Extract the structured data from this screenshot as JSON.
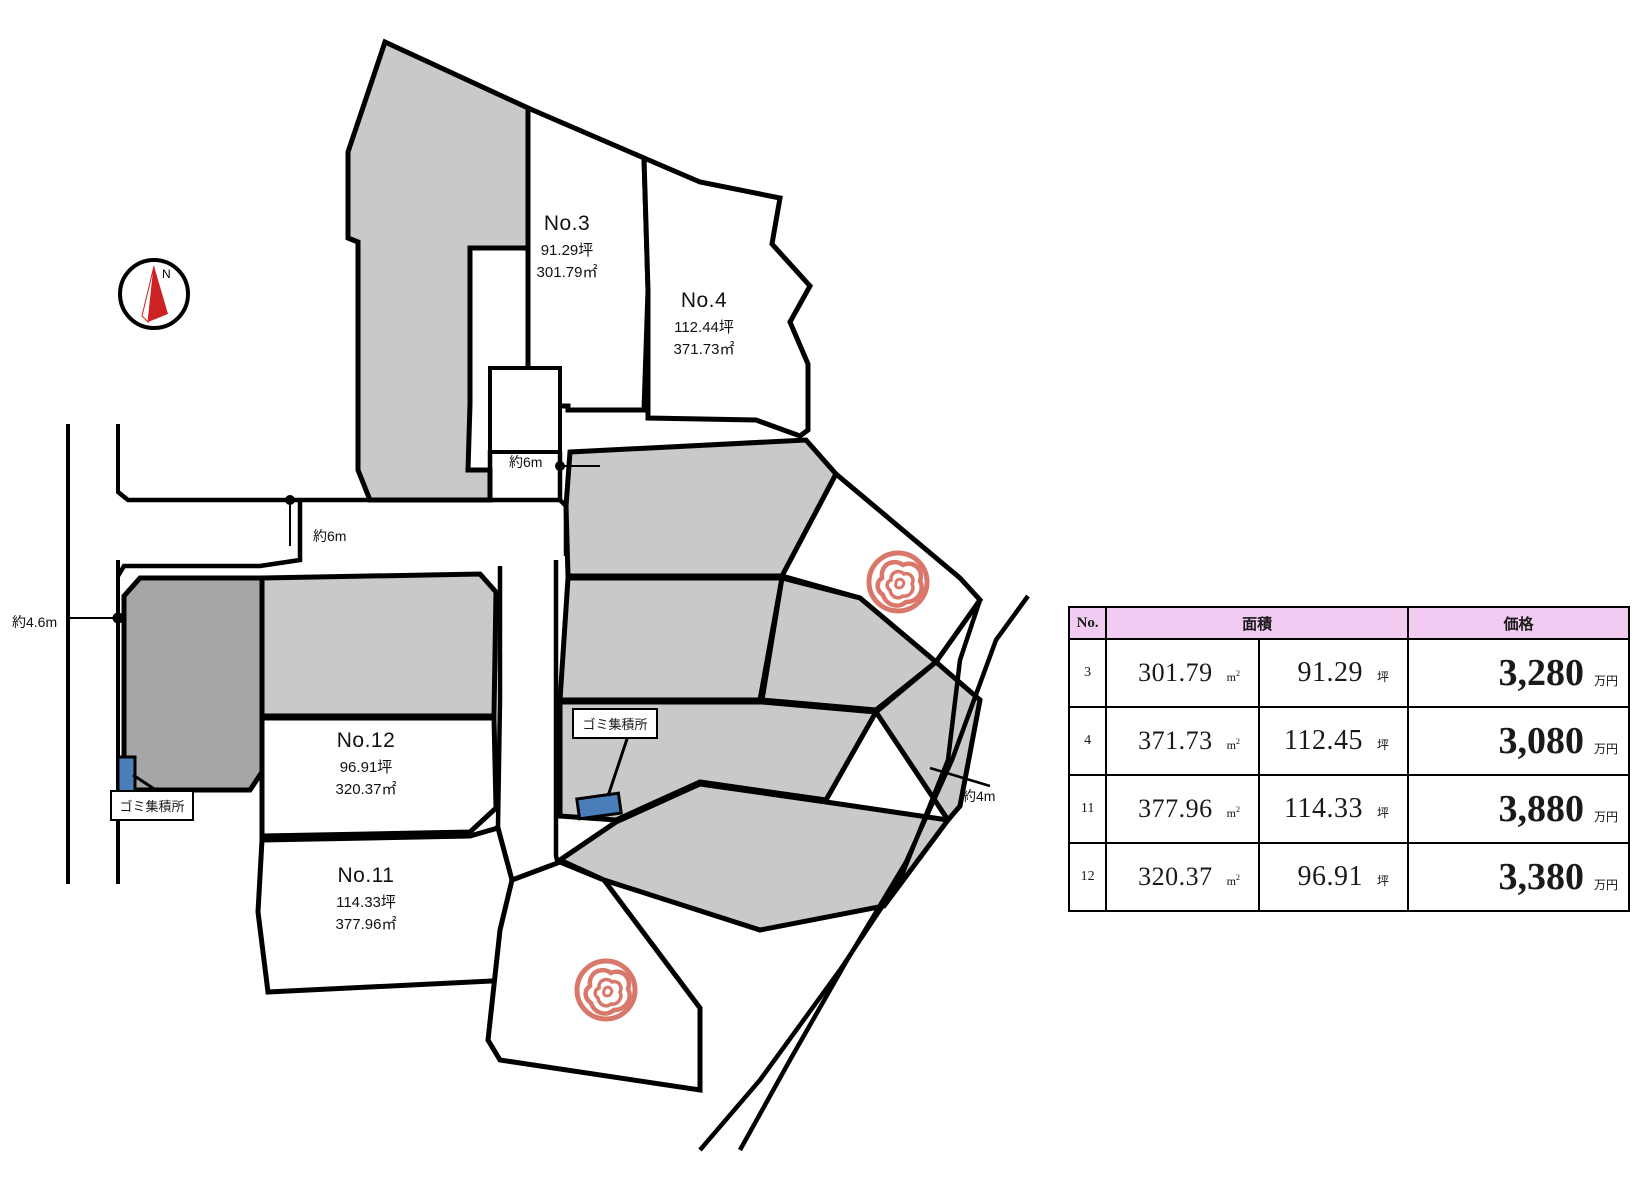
{
  "map": {
    "compass": {
      "north_label": "N"
    },
    "lots": [
      {
        "id": "lot-3",
        "no": "No.3",
        "tsubo": "91.29坪",
        "sqm": "301.79",
        "sqm_unit": "m"
      },
      {
        "id": "lot-4",
        "no": "No.4",
        "tsubo": "112.44坪",
        "sqm": "371.73",
        "sqm_unit": "m"
      },
      {
        "id": "lot-12",
        "no": "No.12",
        "tsubo": "96.91坪",
        "sqm": "320.37",
        "sqm_unit": "m"
      },
      {
        "id": "lot-11",
        "no": "No.11",
        "tsubo": "114.33坪",
        "sqm": "377.96",
        "sqm_unit": "m"
      }
    ],
    "road_labels": [
      {
        "id": "road-6m-upper",
        "text": "約6m"
      },
      {
        "id": "road-6m-left",
        "text": "約6m"
      },
      {
        "id": "road-46m",
        "text": "約4.6m"
      },
      {
        "id": "road-4m",
        "text": "約4m"
      }
    ],
    "gomi_labels": [
      {
        "id": "gomi-west",
        "text": "ゴミ集積所"
      },
      {
        "id": "gomi-center",
        "text": "ゴミ集積所"
      }
    ],
    "colors": {
      "lot_sold_fill": "#c9c9c9",
      "lot_dark_fill": "#a6a6a6",
      "lot_available_fill": "#ffffff",
      "outline": "#000000",
      "gomi_marker": "#4a7ebb",
      "rose_stamp": "#d9776b",
      "compass_needle": "#cc2222"
    }
  },
  "table": {
    "headers": {
      "no": "No.",
      "area": "面積",
      "price": "価格"
    },
    "units": {
      "sqm": "m",
      "sqm_sup": "2",
      "tsubo": "坪",
      "price": "万円"
    },
    "rows": [
      {
        "no": "3",
        "sqm": "301.79",
        "tsubo": "91.29",
        "price": "3,280"
      },
      {
        "no": "4",
        "sqm": "371.73",
        "tsubo": "112.45",
        "price": "3,080"
      },
      {
        "no": "11",
        "sqm": "377.96",
        "tsubo": "114.33",
        "price": "3,880"
      },
      {
        "no": "12",
        "sqm": "320.37",
        "tsubo": "96.91",
        "price": "3,380"
      }
    ]
  }
}
